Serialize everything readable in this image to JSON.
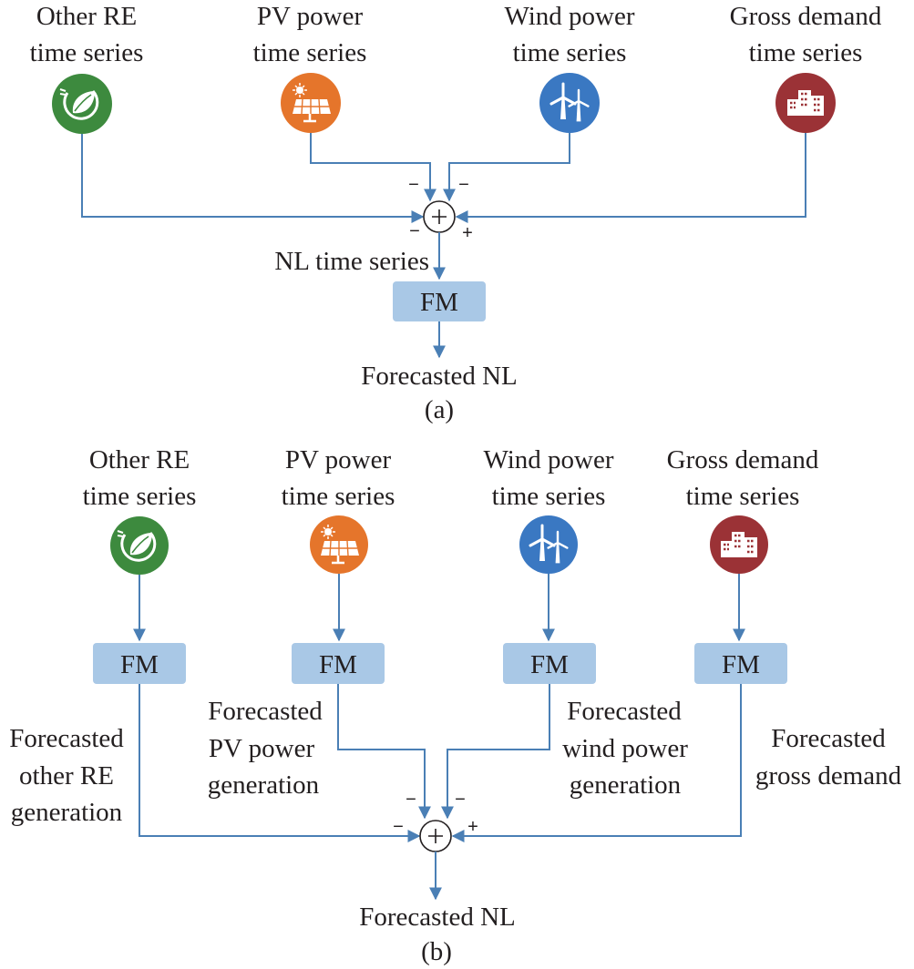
{
  "colors": {
    "wire": "#4a7fb5",
    "fm_box": "#a9c8e6",
    "other_re": "#3d8a3e",
    "pv": "#e5752b",
    "wind": "#3a78c2",
    "demand": "#9b3236"
  },
  "panel_a": {
    "sources": [
      {
        "line1": "Other RE",
        "line2": "time series",
        "icon": "leaf-plug-icon"
      },
      {
        "line1": "PV power",
        "line2": "time series",
        "icon": "solar-panel-icon"
      },
      {
        "line1": "Wind power",
        "line2": "time series",
        "icon": "wind-turbine-icon"
      },
      {
        "line1": "Gross demand",
        "line2": "time series",
        "icon": "buildings-icon"
      }
    ],
    "signs": {
      "pv": "−",
      "wind": "−",
      "other_re": "−",
      "demand": "+"
    },
    "nl_label": "NL time series",
    "fm_label": "FM",
    "output_label": "Forecasted NL",
    "caption": "(a)"
  },
  "panel_b": {
    "sources": [
      {
        "line1": "Other RE",
        "line2": "time series",
        "icon": "leaf-plug-icon"
      },
      {
        "line1": "PV power",
        "line2": "time series",
        "icon": "solar-panel-icon"
      },
      {
        "line1": "Wind power",
        "line2": "time series",
        "icon": "wind-turbine-icon"
      },
      {
        "line1": "Gross demand",
        "line2": "time series",
        "icon": "buildings-icon"
      }
    ],
    "fm_label": "FM",
    "forecasts": {
      "other_re": [
        "Forecasted",
        "other RE",
        "generation"
      ],
      "pv": [
        "Forecasted",
        "PV power",
        "generation"
      ],
      "wind": [
        "Forecasted",
        "wind power",
        "generation"
      ],
      "demand": [
        "Forecasted",
        "gross demand"
      ]
    },
    "signs": {
      "pv": "−",
      "wind": "−",
      "other_re": "−",
      "demand": "+"
    },
    "output_label": "Forecasted NL",
    "caption": "(b)"
  }
}
